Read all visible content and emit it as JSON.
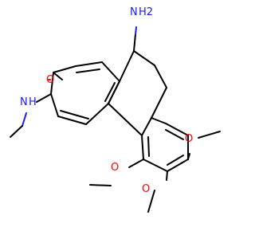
{
  "structure": {
    "atoms": {
      "amino_n": "N",
      "amino_h2": "H2",
      "ketone_o": "O",
      "methylamino_n": "N",
      "methylamino_h": "H",
      "ome1_o": "O",
      "ome2_o": "O",
      "ome3_o": "O"
    }
  },
  "colors": {
    "carbon_bond": "#000000",
    "nitrogen": "#1a1aff",
    "oxygen": "#ff0000",
    "background": "#ffffff"
  }
}
